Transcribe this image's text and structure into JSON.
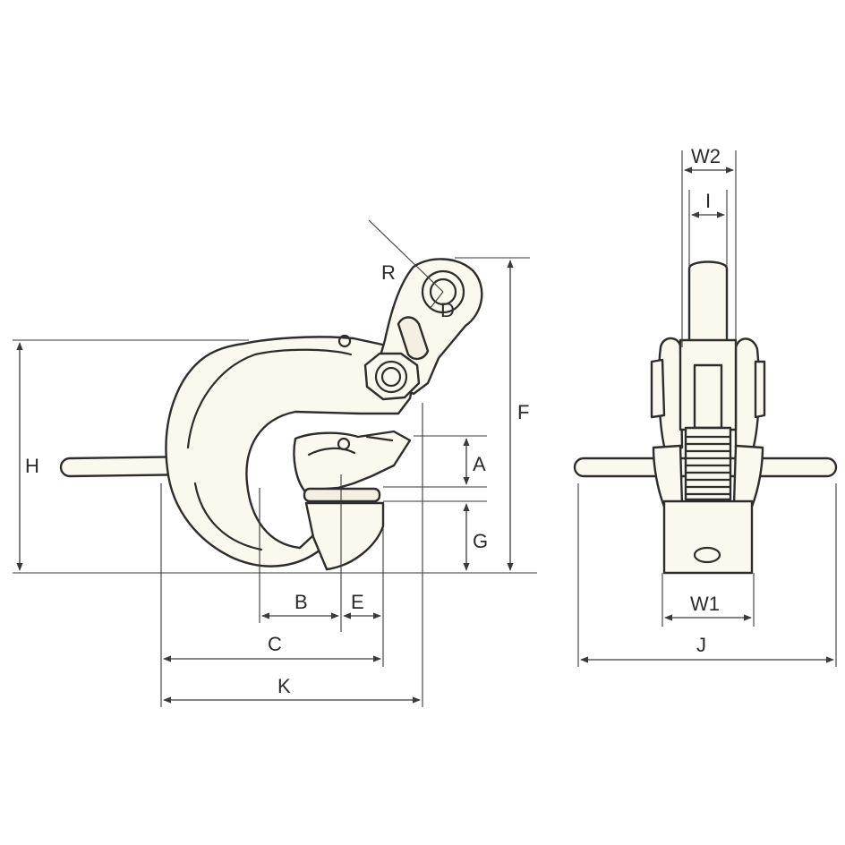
{
  "labels": {
    "R": "R",
    "D": "D",
    "H": "H",
    "F": "F",
    "A": "A",
    "G": "G",
    "B": "B",
    "E": "E",
    "C": "C",
    "K": "K",
    "W2": "W2",
    "I": "I",
    "W1": "W1",
    "J": "J"
  }
}
